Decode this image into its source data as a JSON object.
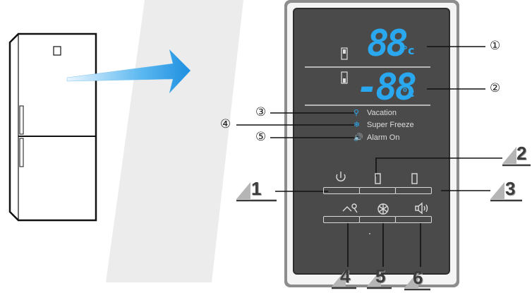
{
  "display": {
    "top_value": "88",
    "bottom_value": "-88",
    "unit": "°c"
  },
  "status": [
    {
      "number": "③",
      "label": "Vacation",
      "icon": "vacation-icon"
    },
    {
      "number": "④",
      "label": "Super Freeze",
      "icon": "snowflake-icon"
    },
    {
      "number": "⑤",
      "label": "Alarm On",
      "icon": "speaker-icon"
    }
  ],
  "display_callouts": {
    "top": "①",
    "bottom": "②"
  },
  "button_callouts": [
    "1",
    "2",
    "3",
    "4",
    "5",
    "6"
  ],
  "colors": {
    "display_blue": "#2aa8ef",
    "panel": "#4a4a4a"
  }
}
